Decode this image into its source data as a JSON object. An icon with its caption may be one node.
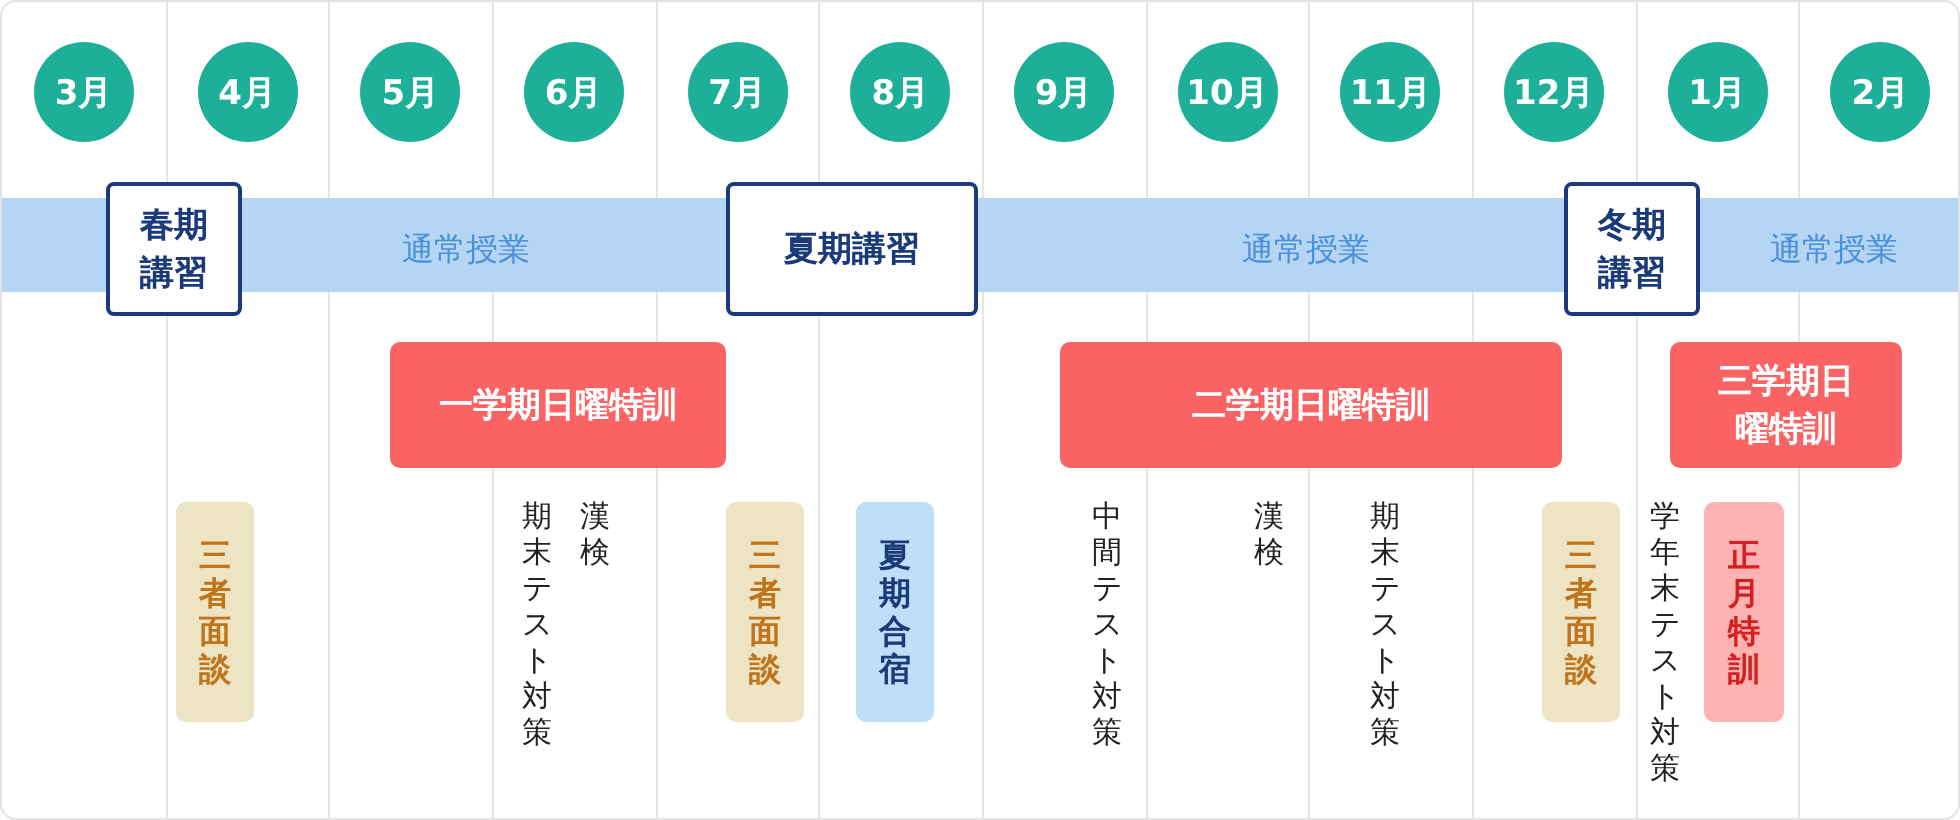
{
  "diagram": {
    "nodes": [
      {
        "text": [
          "3月"
        ]
      },
      {
        "text": [
          "4月"
        ]
      },
      {
        "text": [
          "5月"
        ]
      },
      {
        "text": [
          "6月"
        ]
      },
      {
        "text": [
          "7月"
        ]
      },
      {
        "text": [
          "8月"
        ]
      },
      {
        "text": [
          "9月"
        ]
      },
      {
        "text": [
          "10月"
        ]
      },
      {
        "text": [
          "11月"
        ]
      },
      {
        "text": [
          "12月"
        ]
      },
      {
        "text": [
          "1月"
        ]
      },
      {
        "text": [
          "2月"
        ]
      },
      {
        "text": [
          "春期講習"
        ]
      },
      {
        "text": [
          "夏期講習"
        ]
      },
      {
        "text": [
          "冬期講習"
        ]
      },
      {
        "text": [
          "一学期日曜特訓"
        ]
      },
      {
        "text": [
          "二学期日曜特訓"
        ]
      },
      {
        "text": [
          "三学期日曜特訓"
        ]
      },
      {
        "text": [
          "三者面談"
        ]
      },
      {
        "text": [
          "三者面談"
        ]
      },
      {
        "text": [
          "夏期合宿"
        ]
      },
      {
        "text": [
          "三者面談"
        ]
      },
      {
        "text": [
          "正月特訓"
        ]
      }
    ],
    "labels": [
      "通常授業",
      "通常授業",
      "通常授業",
      "漢検",
      "期末テスト対策",
      "中間テスト対策",
      "漢検",
      "期末テスト対策",
      "学年末テスト対策"
    ]
  }
}
